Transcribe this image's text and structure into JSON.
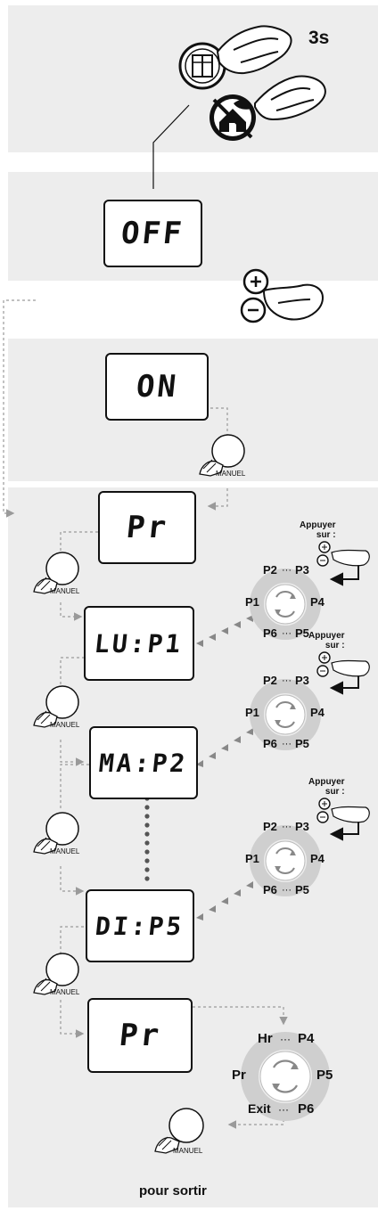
{
  "hold_time_label": "3s",
  "displays": {
    "off": "OFF",
    "on": "ON",
    "pr_first": "Pr",
    "day1": "LU:P1",
    "day2": "MA:P2",
    "day7": "DI:P5",
    "pr_last": "Pr"
  },
  "manual_label": "MANUEL",
  "press_label_line1": "Appuyer",
  "press_label_line2": "sur :",
  "program_wheel": {
    "top_left": "P2",
    "top_right": "P3",
    "left": "P1",
    "right": "P4",
    "bottom_left": "P6",
    "bottom_right": "P5"
  },
  "exit_wheel": {
    "top_left": "Hr",
    "top_right": "P4",
    "left": "Pr",
    "right": "P5",
    "bottom_left": "Exit",
    "bottom_right": "P6"
  },
  "ellipsis": "···",
  "exit_caption": "pour sortir",
  "colors": {
    "panel": "#ededed",
    "dashed_arrow": "#9a9a9a",
    "wheel_ring": "#cfcfcf",
    "ink": "#111111"
  }
}
